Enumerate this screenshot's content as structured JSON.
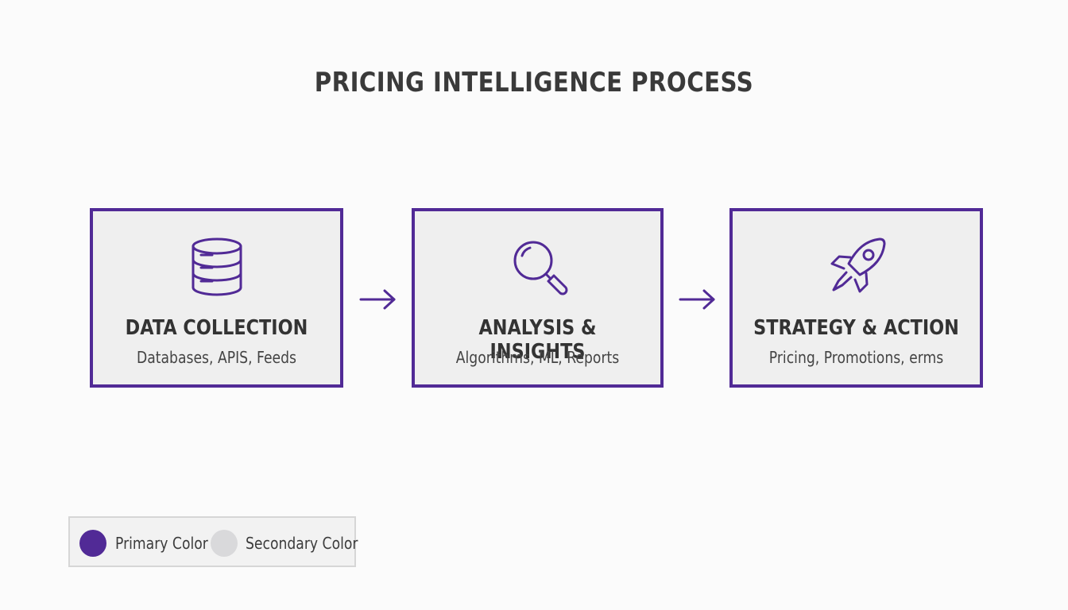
{
  "title": "PRICING INTELLIGENCE PROCESS",
  "colors": {
    "primary": "#512a96",
    "secondary": "#d9d9db",
    "card_background": "#efefef",
    "text": "#333333"
  },
  "steps": [
    {
      "icon": "database-icon",
      "title": "DATA COLLECTION",
      "subtitle": "Databases, APIS, Feeds"
    },
    {
      "icon": "magnifying-glass-icon",
      "title": "ANALYSIS & INSIGHTS",
      "subtitle": "Algorithms, ML, Reports"
    },
    {
      "icon": "rocket-icon",
      "title": "STRATEGY & ACTION",
      "subtitle": "Pricing, Promotions, erms"
    }
  ],
  "connectors": [
    {
      "icon": "arrow-right-icon"
    },
    {
      "icon": "arrow-right-icon"
    }
  ],
  "legend": {
    "items": [
      {
        "label": "Primary Color",
        "color": "#512a96"
      },
      {
        "label": "Secondary Color",
        "color": "#d9d9db"
      }
    ]
  }
}
